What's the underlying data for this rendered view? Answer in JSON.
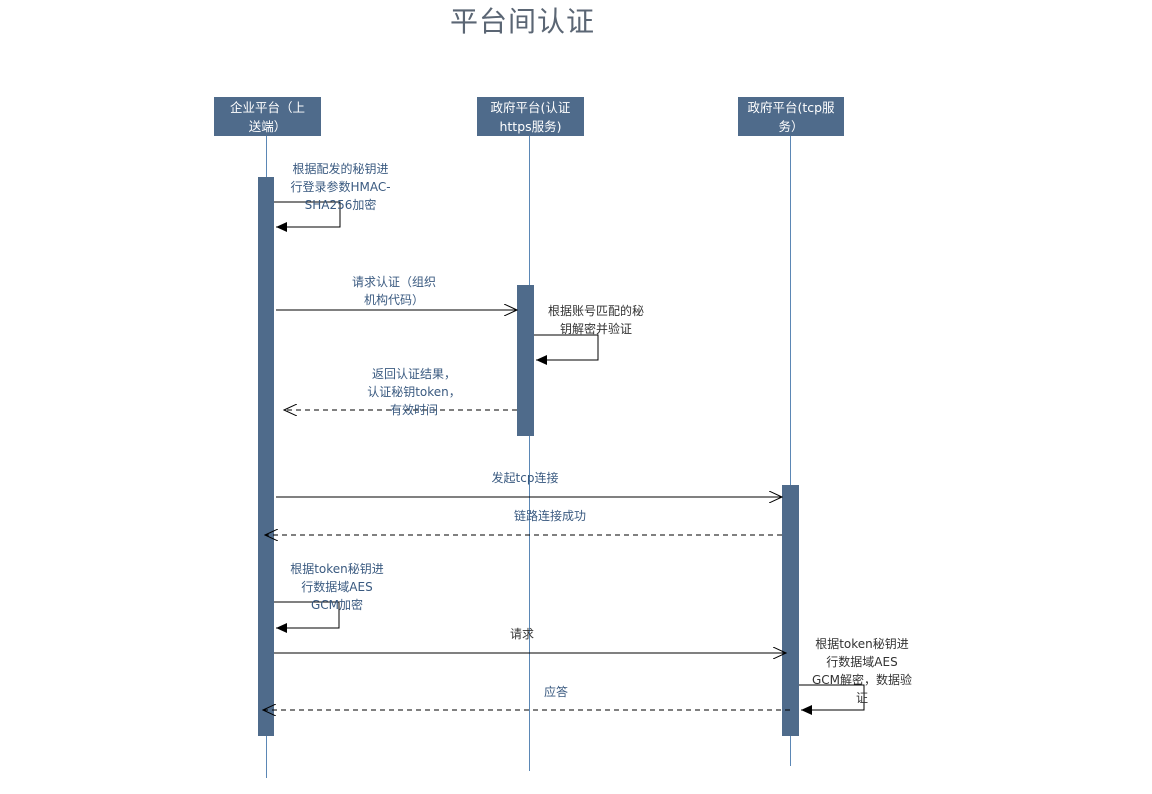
{
  "diagram": {
    "title": "平台间认证",
    "actors": [
      {
        "lines": [
          "企业平台（上",
          "送端）"
        ]
      },
      {
        "lines": [
          "政府平台(认证",
          "https服务)"
        ]
      },
      {
        "lines": [
          "政府平台(tcp服",
          "务）"
        ]
      }
    ],
    "messages": [
      {
        "lines": [
          "根据配发的秘钥进",
          "行登录参数HMAC-",
          "SHA256加密"
        ]
      },
      {
        "lines": [
          "请求认证（组织",
          "机构代码）"
        ]
      },
      {
        "lines": [
          "根据账号匹配的秘",
          "钥解密并验证"
        ]
      },
      {
        "lines": [
          "返回认证结果，",
          "认证秘钥token，",
          "有效时间"
        ]
      },
      {
        "lines": [
          "发起tcp连接"
        ]
      },
      {
        "lines": [
          "链路连接成功"
        ]
      },
      {
        "lines": [
          "根据token秘钥进",
          "行数据域AES",
          "GCM加密"
        ]
      },
      {
        "lines": [
          "请求"
        ]
      },
      {
        "lines": [
          "根据token秘钥进",
          "行数据域AES",
          "GCM解密，数据验",
          "证"
        ]
      },
      {
        "lines": [
          "应答"
        ]
      }
    ],
    "colors": {
      "actor_fill": "#4f6b8b",
      "activation_fill": "#4f6b8b",
      "lifeline": "#5b87b5",
      "label_text": "#3a5a80",
      "arrow": "#000000"
    }
  }
}
